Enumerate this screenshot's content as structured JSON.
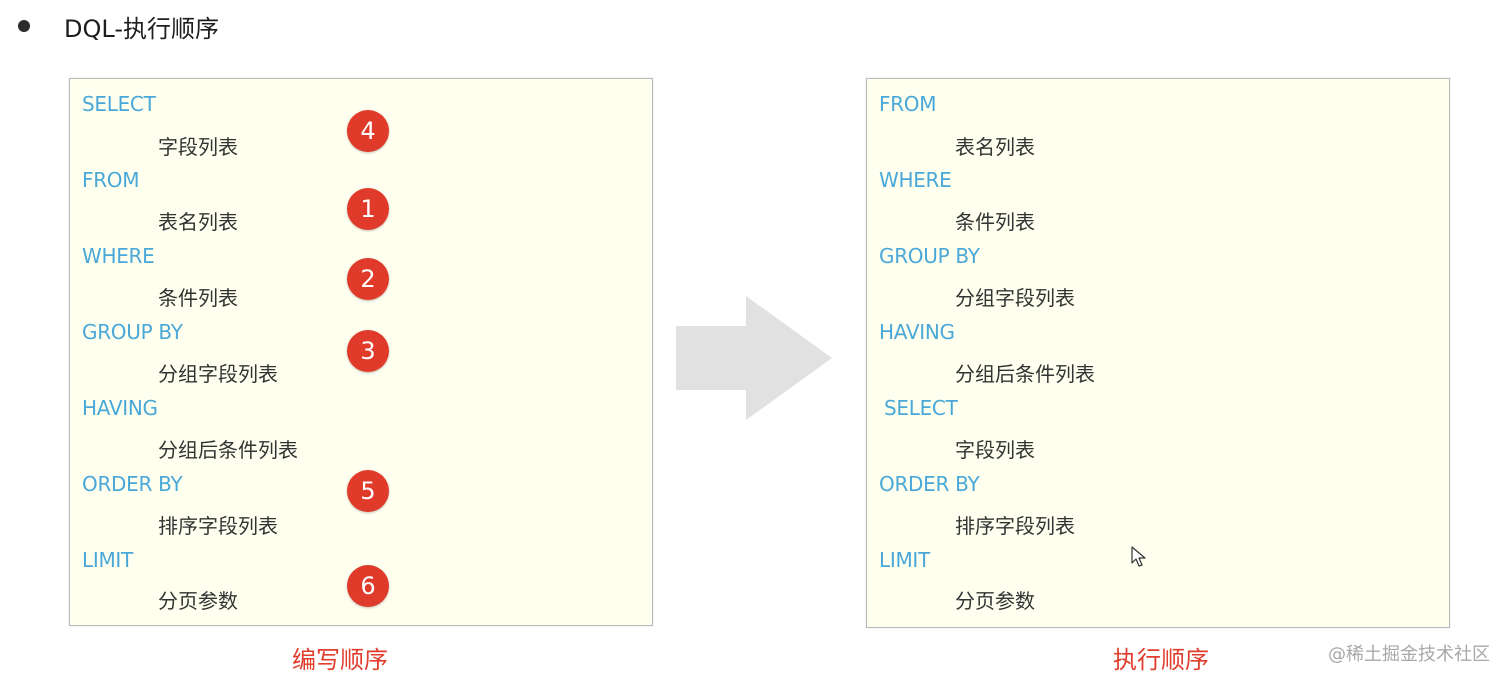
{
  "heading": "DQL-执行顺序",
  "left_panel": {
    "lines": [
      {
        "keyword": "SELECT",
        "item": "字段列表",
        "badge": "4"
      },
      {
        "keyword": "FROM",
        "item": "表名列表",
        "badge": "1"
      },
      {
        "keyword": "WHERE",
        "item": "条件列表",
        "badge": "2"
      },
      {
        "keyword": "GROUP  BY",
        "item": "分组字段列表",
        "badge": "3"
      },
      {
        "keyword": "HAVING",
        "item": "分组后条件列表"
      },
      {
        "keyword": "ORDER BY",
        "item": "排序字段列表",
        "badge": "5"
      },
      {
        "keyword": "LIMIT",
        "item": "分页参数",
        "badge": "6"
      }
    ],
    "caption": "编写顺序"
  },
  "right_panel": {
    "lines": [
      {
        "keyword": "FROM",
        "item": "表名列表"
      },
      {
        "keyword": "WHERE",
        "item": "条件列表"
      },
      {
        "keyword": "GROUP  BY",
        "item": "分组字段列表"
      },
      {
        "keyword": "HAVING",
        "item": "分组后条件列表"
      },
      {
        "keyword": "SELECT",
        "item": "字段列表"
      },
      {
        "keyword": "ORDER BY",
        "item": "排序字段列表"
      },
      {
        "keyword": "LIMIT",
        "item": "分页参数"
      }
    ],
    "caption": "执行顺序"
  },
  "watermark": "@稀土掘金技术社区",
  "colors": {
    "keyword": "#4aa8d8",
    "badge": "#e03a2a",
    "caption": "#e13d2d",
    "panel_bg": "#fffff0",
    "arrow": "#e1e1e1"
  },
  "icons": [
    "bullet-icon",
    "right-arrow-icon",
    "mouse-cursor-icon"
  ]
}
